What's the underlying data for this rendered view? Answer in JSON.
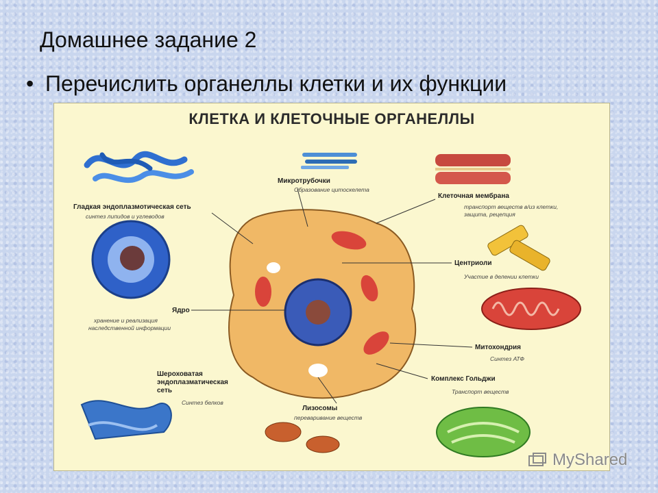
{
  "slide": {
    "title": "Домашнее задание 2",
    "bullet": "Перечислить органеллы  клетки и их функции"
  },
  "poster": {
    "title": "КЛЕТКА И КЛЕТОЧНЫЕ ОРГАНЕЛЛЫ",
    "organelles": {
      "smooth_er": {
        "name": "Гладкая эндоплазмотическая сеть",
        "function": "синтез липидов и углеводов"
      },
      "microtubules": {
        "name": "Микротрубочки",
        "function": "Образование цитоскелета"
      },
      "membrane": {
        "name": "Клеточная мембрана",
        "function_line1": "транспорт веществ в/из клетки,",
        "function_line2": "защита, рецепция"
      },
      "centrioles": {
        "name": "Центриоли",
        "function": "Участие в делении клетки"
      },
      "nucleus": {
        "name": "Ядро",
        "function_line1": "хранение и реализация",
        "function_line2": "наследственной информации"
      },
      "mitochondria": {
        "name": "Митохондрия",
        "function": "Синтез АТФ"
      },
      "rough_er": {
        "name_line1": "Шероховатая",
        "name_line2": "эндоплазматическая",
        "name_line3": "сеть",
        "function": "Синтез белков"
      },
      "lysosomes": {
        "name": "Лизосомы",
        "function": "переваривание веществ"
      },
      "golgi": {
        "name": "Комплекс Гольджи",
        "function": "Транспорт веществ"
      }
    }
  },
  "watermark": {
    "text": "MyShared"
  },
  "colors": {
    "poster_bg": "#fbf7cf",
    "cell": "#f0b866",
    "nucleus": "#3a5bb8",
    "mito": "#d9443a",
    "slide_bg": "#c9d6ee"
  }
}
